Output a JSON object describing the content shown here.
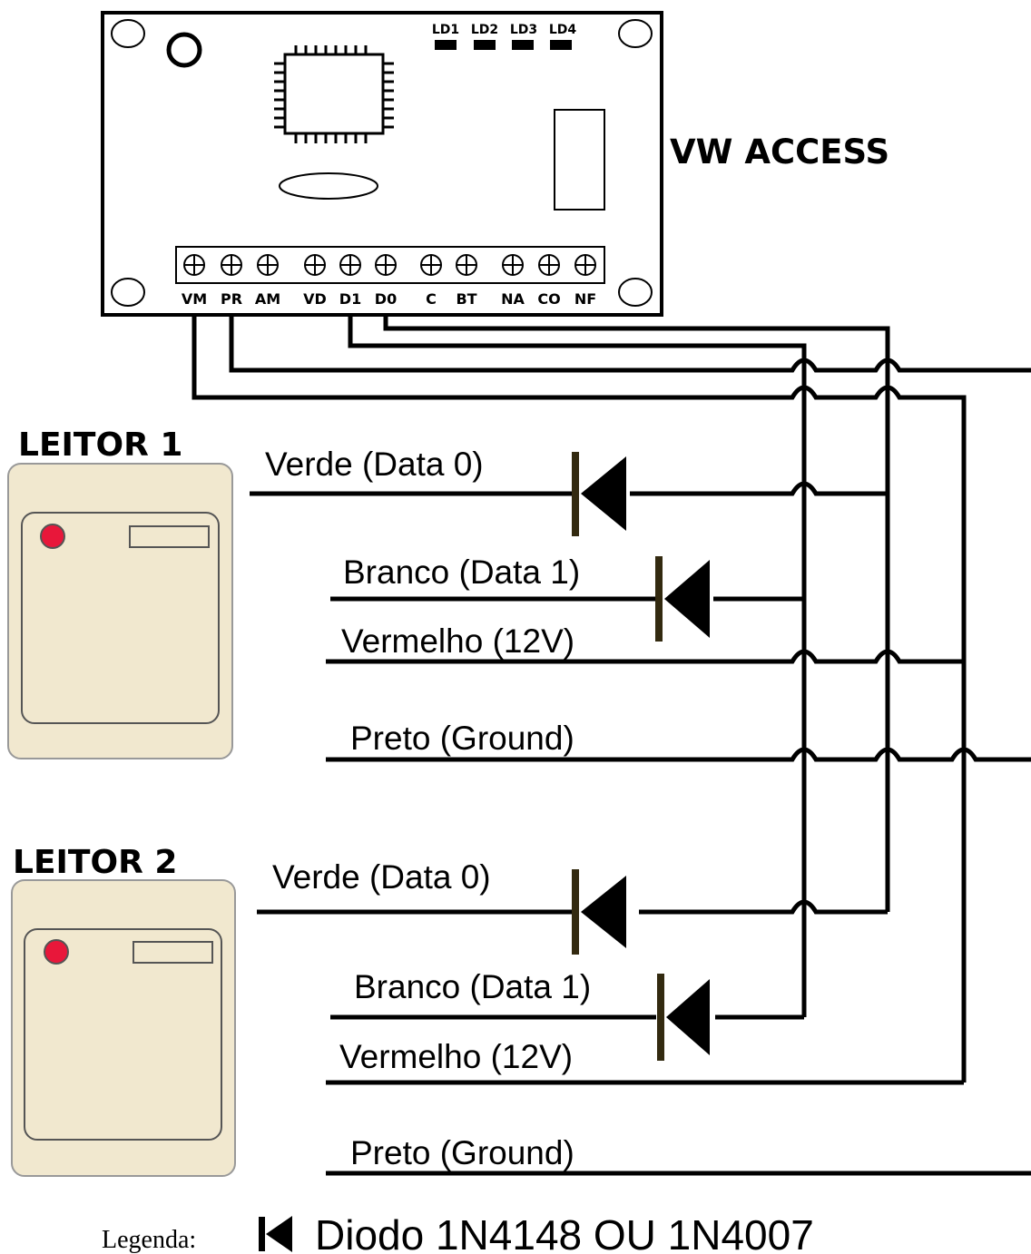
{
  "title": "VW ACCESS",
  "board": {
    "leds": [
      "LD1",
      "LD2",
      "LD3",
      "LD4"
    ],
    "terminals": [
      "VM",
      "PR",
      "AM",
      "VD",
      "D1",
      "D0",
      "C",
      "BT",
      "NA",
      "CO",
      "NF"
    ]
  },
  "readers": [
    {
      "title": "LEITOR 1",
      "wires": {
        "green": "Verde (Data 0)",
        "white": "Branco (Data 1)",
        "red": "Vermelho (12V)",
        "black": "Preto (Ground)"
      }
    },
    {
      "title": "LEITOR 2",
      "wires": {
        "green": "Verde (Data 0)",
        "white": "Branco (Data 1)",
        "red": "Vermelho (12V)",
        "black": "Preto (Ground)"
      }
    }
  ],
  "legend": {
    "label": "Legenda:",
    "text": "Diodo 1N4148 OU 1N4007"
  },
  "colors": {
    "reader_body": "#f1e8cf",
    "reader_led": "#e8173a",
    "line": "#000000"
  }
}
